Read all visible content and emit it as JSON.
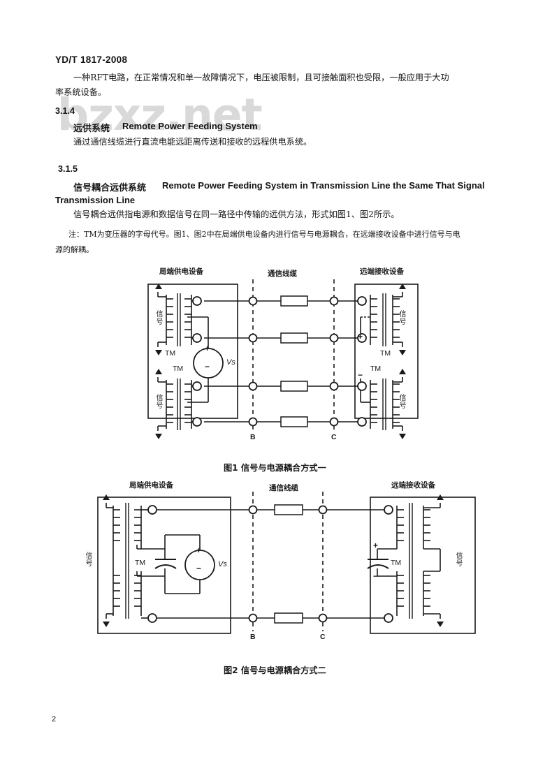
{
  "document": {
    "standard_number": "YD/T 1817-2008",
    "page_number": "2",
    "watermark": "bzxz.net"
  },
  "body": {
    "paragraphs": [
      {
        "id": "p1l1",
        "text": "一种RFT电路，在正常情况和单一故障情况下，电压被限制，且可接触面积也受限，一般应用于大功"
      },
      {
        "id": "p1l2",
        "text": "率系统设备。"
      }
    ],
    "clause_314": {
      "number": "3.1.4",
      "term_cn": "远供系统",
      "term_en": "Remote Power Feeding System",
      "definition": "通过通信线缆进行直流电能远距离传送和接收的远程供电系统。"
    },
    "clause_315": {
      "number": "3.1.5",
      "term_cn": "信号耦合远供系统",
      "term_en_line1": "Remote Power Feeding System in Transmission Line the Same That Signal",
      "term_en_line2": "Transmission Line",
      "definition": "信号耦合远供指电源和数据信号在同一路径中传输的远供方法，形式如图1、图2所示。",
      "note_line1": "注：TM为变压器的字母代号。图1、图2中在局端供电设备内进行信号与电源耦合，在远端接收设备中进行信号与电",
      "note_line2": "源的解耦。"
    }
  },
  "figure1": {
    "caption": "图1  信号与电源耦合方式一",
    "label_left_box": "局端供电设备",
    "label_cable": "通信线缆",
    "label_right_box": "远端接收设备",
    "signal_label": "信号",
    "transformer_label": "TM",
    "source_label": "Vs",
    "plus_sign": "+",
    "minus_sign": "−",
    "node_b": "B",
    "node_c": "C",
    "signal_labels": [
      "信号",
      "信号",
      "信号",
      "信号"
    ],
    "tm_labels": [
      "TM",
      "TM",
      "TM",
      "TM"
    ],
    "cable_segments": 4
  },
  "figure2": {
    "caption": "图2  信号与电源耦合方式二",
    "label_left_box": "局端供电设备",
    "label_cable": "通信线缆",
    "label_right_box": "远端接收设备",
    "signal_label": "信号",
    "transformer_label": "TM",
    "source_label": "Vs",
    "plus_sign": "+",
    "minus_sign": "−",
    "node_b": "B",
    "node_c": "C",
    "signal_labels": [
      "信号",
      "信号"
    ],
    "tm_labels": [
      "TM",
      "TM"
    ],
    "cable_segments": 2
  },
  "colors": {
    "ink": "#141414",
    "line": "#1a1a1a",
    "watermark": "#d9d9d9",
    "paper": "#ffffff"
  }
}
